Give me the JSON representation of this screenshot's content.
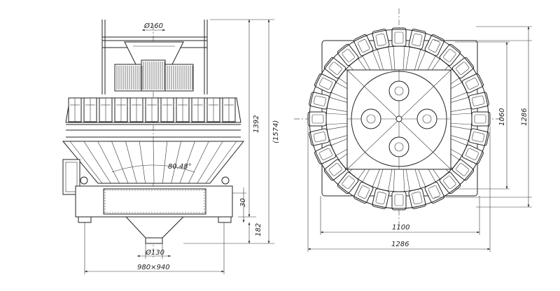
{
  "side_view": {
    "dim_top_diameter": "Ø160",
    "dim_angle": "80.48°",
    "dim_height_main": "1392",
    "dim_height_total": "(1574)",
    "dim_small": "30",
    "dim_bottom": "182",
    "dim_outlet_diameter": "Ø130",
    "dim_base": "980×940"
  },
  "top_view": {
    "dim_inner_height": "1060",
    "dim_outer_height": "1286",
    "dim_inner_width": "1100",
    "dim_outer_width": "1286"
  }
}
